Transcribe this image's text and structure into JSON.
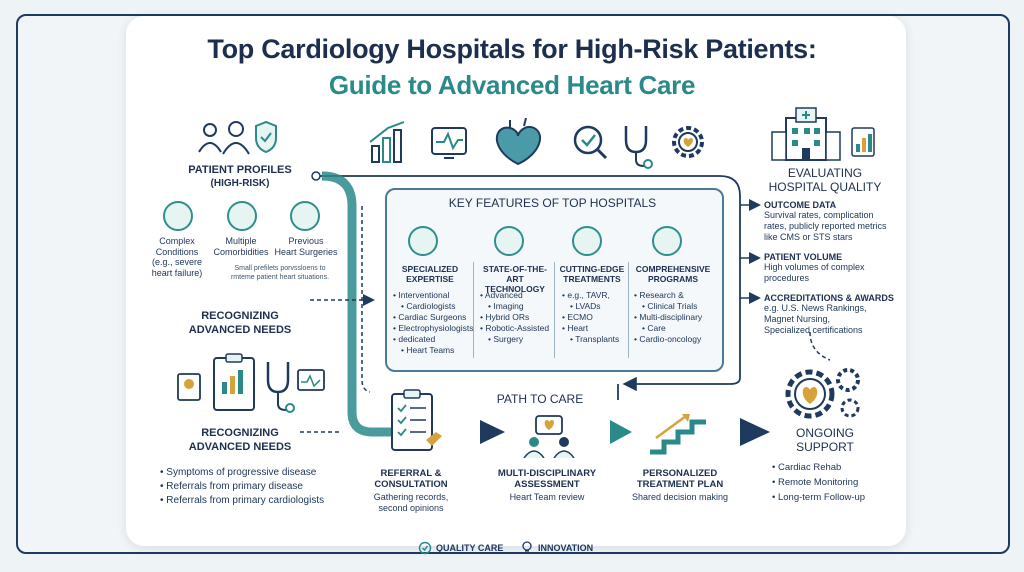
{
  "title": {
    "line1": "Top Cardiology Hospitals for High-Risk Patients:",
    "line2": "Guide to Advanced Heart Care"
  },
  "patient_profiles": {
    "heading1": "PATIENT PROFILES",
    "heading2": "(HIGH-RISK)",
    "items": [
      {
        "line1": "Complex",
        "line2": "Conditions",
        "line3": "(e.g., severe",
        "line4": "heart failure)"
      },
      {
        "line1": "Multiple",
        "line2": "Comorbidities"
      },
      {
        "line1": "Previous",
        "line2": "Heart Surgeries"
      }
    ],
    "note1": "Small prefilets porvssloens to",
    "note2": "rmteme patient heart situations."
  },
  "recognizing_top": {
    "line1": "RECOGNIZING",
    "line2": "ADVANCED NEEDS"
  },
  "recognizing_bottom": {
    "line1": "RECOGNIZING",
    "line2": "ADVANCED NEEDS",
    "bullets": [
      "Symptoms of progressive disease",
      "Referrals from primary disease",
      "Referrals from primary cardiologists"
    ]
  },
  "key_features": {
    "heading": "KEY FEATURES OF TOP HOSPITALS",
    "columns": [
      {
        "title1": "SPECIALIZED",
        "title2": "EXPERTISE",
        "bullets": [
          "Interventional",
          "Cardiologists",
          "Cardiac Surgeons",
          "Electrophysiologists",
          "dedicated",
          "Heart Teams"
        ]
      },
      {
        "title1": "STATE-OF-THE-ART",
        "title2": "TECHNOLOGY",
        "bullets": [
          "Advanced",
          "Imaging",
          "Hybrid ORs",
          "Robotic-Assisted",
          "Surgery"
        ]
      },
      {
        "title1": "CUTTING-EDGE",
        "title2": "TREATMENTS",
        "bullets": [
          "e.g., TAVR,",
          "LVADs",
          "ECMO",
          "Heart",
          "Transplants"
        ]
      },
      {
        "title1": "COMPREHENSIVE",
        "title2": "PROGRAMS",
        "bullets": [
          "Research &",
          "Clinical Trials",
          "Multi-disciplinary",
          "Care",
          "Cardio-oncology"
        ]
      }
    ]
  },
  "evaluating": {
    "heading1": "EVALUATING",
    "heading2": "HOSPITAL QUALITY",
    "sections": [
      {
        "title": "OUTCOME DATA",
        "lines": [
          "Survival rates, complication",
          "rates, publicly reported metrics",
          "like CMS or STS stars"
        ]
      },
      {
        "title": "PATIENT VOLUME",
        "lines": [
          "High volumes of complex",
          "procedures"
        ]
      },
      {
        "title": "ACCREDITATIONS & AWARDS",
        "lines": [
          "e.g. U.S. News Rankings,",
          "Magnet Nursing,",
          "Specialized certifications"
        ]
      }
    ]
  },
  "path_to_care": {
    "heading": "PATH TO CARE",
    "steps": [
      {
        "title1": "REFERRAL &",
        "title2": "CONSULTATION",
        "sub1": "Gathering records,",
        "sub2": "second opinions"
      },
      {
        "title1": "MULTI-DISCIPLINARY",
        "title2": "ASSESSMENT",
        "sub1": "Heart Team review",
        "sub2": ""
      },
      {
        "title1": "PERSONALIZED",
        "title2": "TREATMENT PLAN",
        "sub1": "Shared decision making",
        "sub2": ""
      }
    ]
  },
  "ongoing": {
    "heading1": "ONGOING",
    "heading2": "SUPPORT",
    "bullets": [
      "Cardiac Rehab",
      "Remote Monitoring",
      "Long-term Follow-up"
    ]
  },
  "footer": {
    "quality": "QUALITY CARE",
    "innovation": "INNOVATION"
  },
  "colors": {
    "navy": "#1d2f4f",
    "teal": "#2a8a8a",
    "line": "#1e3a5f"
  }
}
